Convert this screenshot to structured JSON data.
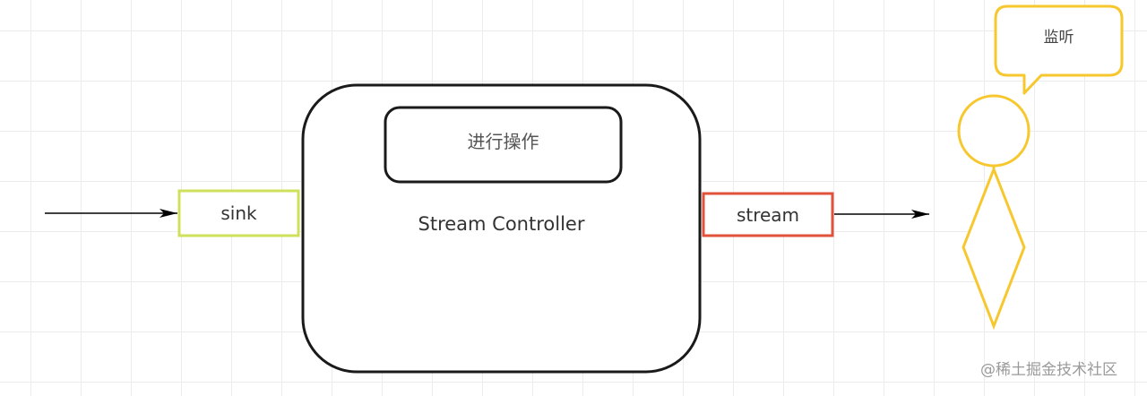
{
  "diagram": {
    "input_label": "sink",
    "controller_label": "Stream Controller",
    "operation_label": "进行操作",
    "output_label": "stream",
    "listener_callout": "监听",
    "watermark": "@稀土掘金技术社区"
  },
  "colors": {
    "sink_border": "#cfe15b",
    "stream_border": "#e2513b",
    "listener": "#f7c72e",
    "outline": "#1a1a1a",
    "arrow": "#000000"
  }
}
